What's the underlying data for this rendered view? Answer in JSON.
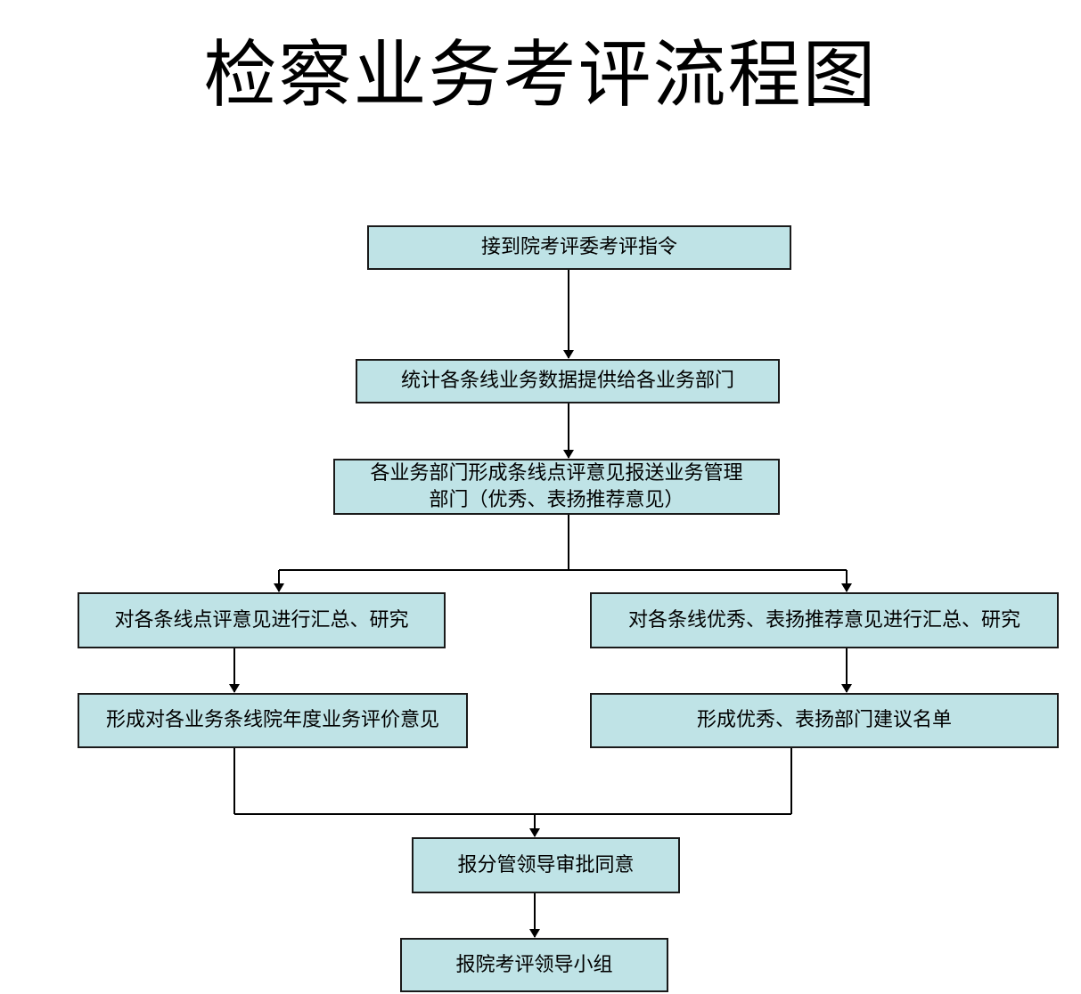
{
  "title": "检察业务考评流程图",
  "colors": {
    "node_fill": "#bfe3e6",
    "node_border": "#1a1a1a",
    "line": "#000000"
  },
  "nodes": {
    "receive_order": "接到院考评委考评指令",
    "statistics": "统计各条线业务数据提供给各业务部门",
    "dept_opinions": "各业务部门形成条线点评意见报送业务管理\n部门（优秀、表扬推荐意见）",
    "summarize_comments": "对各条线点评意见进行汇总、研究",
    "summarize_recommendations": "对各条线优秀、表扬推荐意见进行汇总、研究",
    "annual_evaluation": "形成对各业务条线院年度业务评价意见",
    "recommend_list": "形成优秀、表扬部门建议名单",
    "leader_approval": "报分管领导审批同意",
    "report_group": "报院考评领导小组"
  }
}
